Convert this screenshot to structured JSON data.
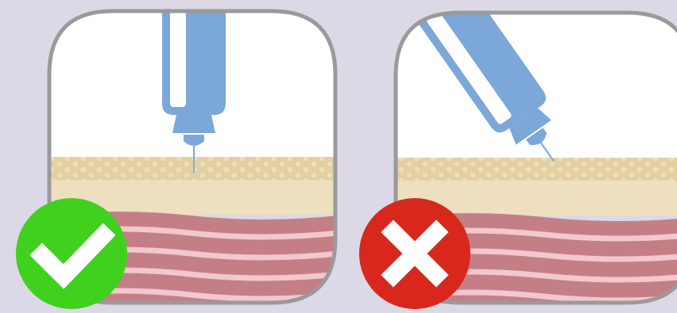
{
  "panels": [
    {
      "id": "correct",
      "verdict": "correct",
      "needle_angle": "perpendicular",
      "badge_icon": "checkmark-icon",
      "badge_color": "#3fd11d"
    },
    {
      "id": "incorrect",
      "verdict": "incorrect",
      "needle_angle": "angled",
      "badge_icon": "cross-icon",
      "badge_color": "#d8281d"
    }
  ],
  "colors": {
    "background": "#dcd8e6",
    "frame_border": "#9a9a9a",
    "air": "#ffffff",
    "epidermis": "#e3cf9f",
    "epidermis_dots": "#ecdfbd",
    "dermis": "#eedfbf",
    "muscle": "#c47f86",
    "muscle_stripe": "#f2c7cd",
    "pen_body": "#7ba7d9",
    "needle": "#7ba7d9",
    "badge_mark": "#ffffff"
  }
}
